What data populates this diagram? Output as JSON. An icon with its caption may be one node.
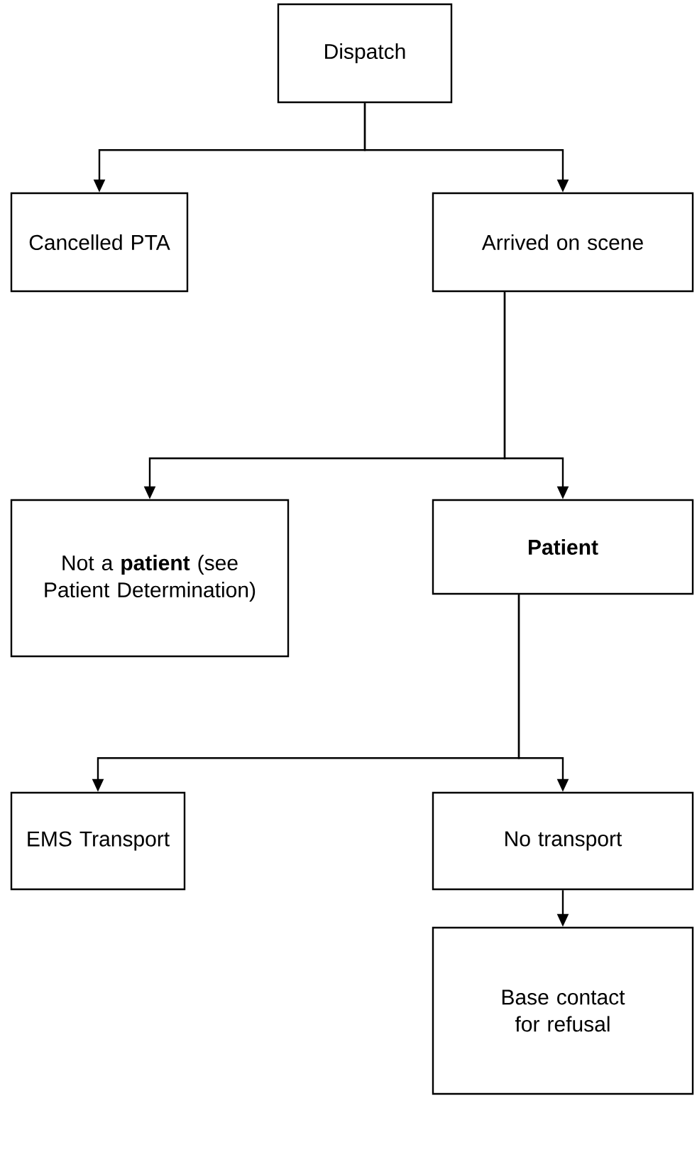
{
  "diagram": {
    "nodes": [
      {
        "text": [
          "Dispatch"
        ]
      },
      {
        "text": [
          "Cancelled PTA"
        ]
      },
      {
        "text": [
          "Arrived on scene"
        ]
      },
      {
        "text": [
          "Not a **patient** (see Patient Determination)"
        ]
      },
      {
        "text": [
          "Patient"
        ]
      },
      {
        "text": [
          "EMS Transport"
        ]
      },
      {
        "text": [
          "No transport"
        ]
      },
      {
        "text": [
          "Base contact for refusal"
        ]
      }
    ],
    "edges": [
      {
        "from": 0,
        "to": 1,
        "arrow": "to"
      },
      {
        "from": 0,
        "to": 2,
        "arrow": "to"
      },
      {
        "from": 2,
        "to": 3,
        "arrow": "to"
      },
      {
        "from": 2,
        "to": 4,
        "arrow": "to"
      },
      {
        "from": 4,
        "to": 5,
        "arrow": "to"
      },
      {
        "from": 4,
        "to": 6,
        "arrow": "to"
      },
      {
        "from": 6,
        "to": 7,
        "arrow": "to"
      }
    ]
  }
}
